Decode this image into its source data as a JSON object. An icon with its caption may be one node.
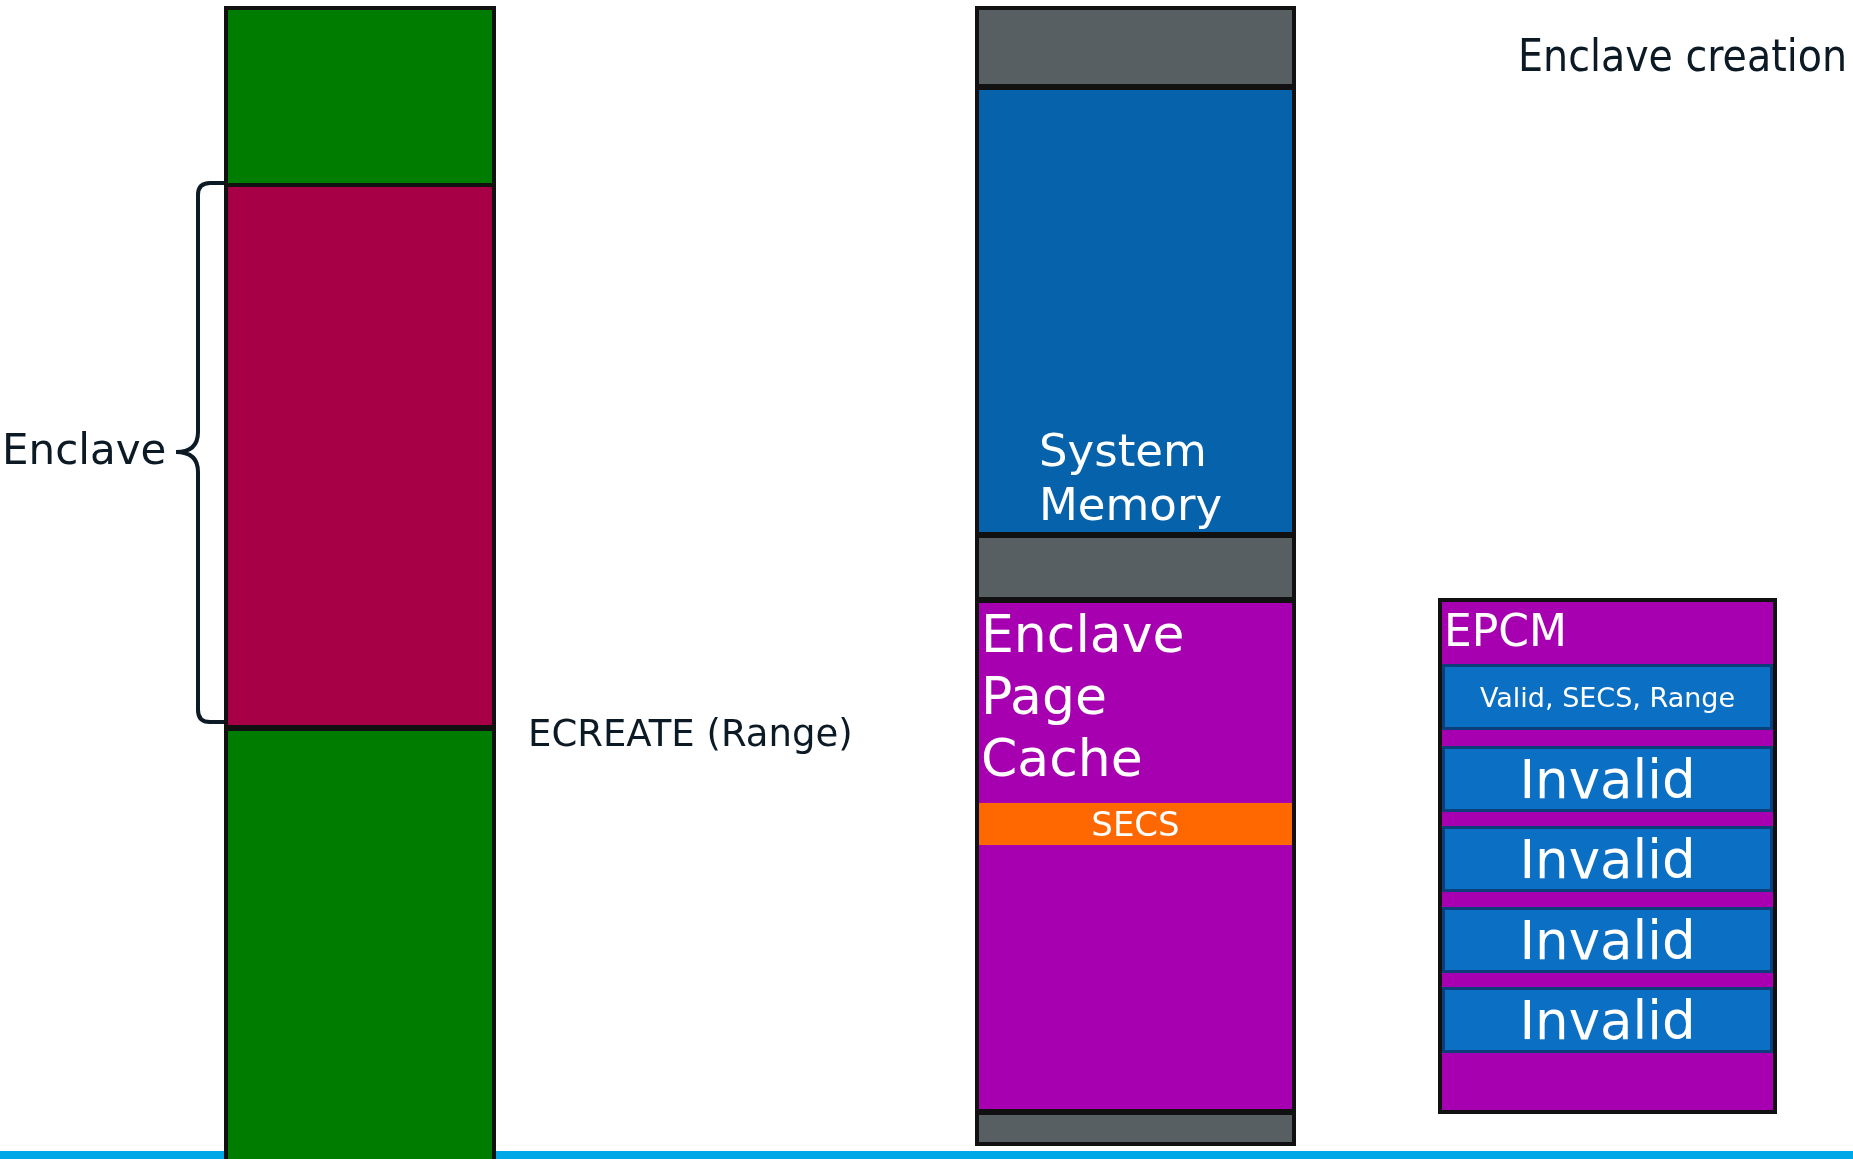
{
  "diagram": {
    "title": "Enclave creation",
    "nodes": [
      {
        "text": [],
        "shape": "bar"
      },
      {
        "text": [],
        "shape": "bar"
      },
      {
        "text": [],
        "shape": "bar"
      },
      {
        "text": [],
        "shape": "bar"
      },
      {
        "text": [
          "System Memory"
        ]
      },
      {
        "text": [],
        "shape": "bar"
      },
      {
        "text": [
          "Enclave Page Cache"
        ]
      },
      {
        "text": [
          "SECS"
        ],
        "in": 6
      },
      {
        "text": [],
        "shape": "bar"
      },
      {
        "text": [
          "EPCM"
        ]
      },
      {
        "text": [
          "Valid, SECS, Range"
        ],
        "in": 9
      },
      {
        "text": [
          "Invalid"
        ],
        "in": 9
      },
      {
        "text": [
          "Invalid"
        ],
        "in": 9
      },
      {
        "text": [
          "Invalid"
        ],
        "in": 9
      },
      {
        "text": [
          "Invalid"
        ],
        "in": 9
      }
    ],
    "labels": [
      "Enclave",
      "ECREATE (Range)"
    ]
  }
}
